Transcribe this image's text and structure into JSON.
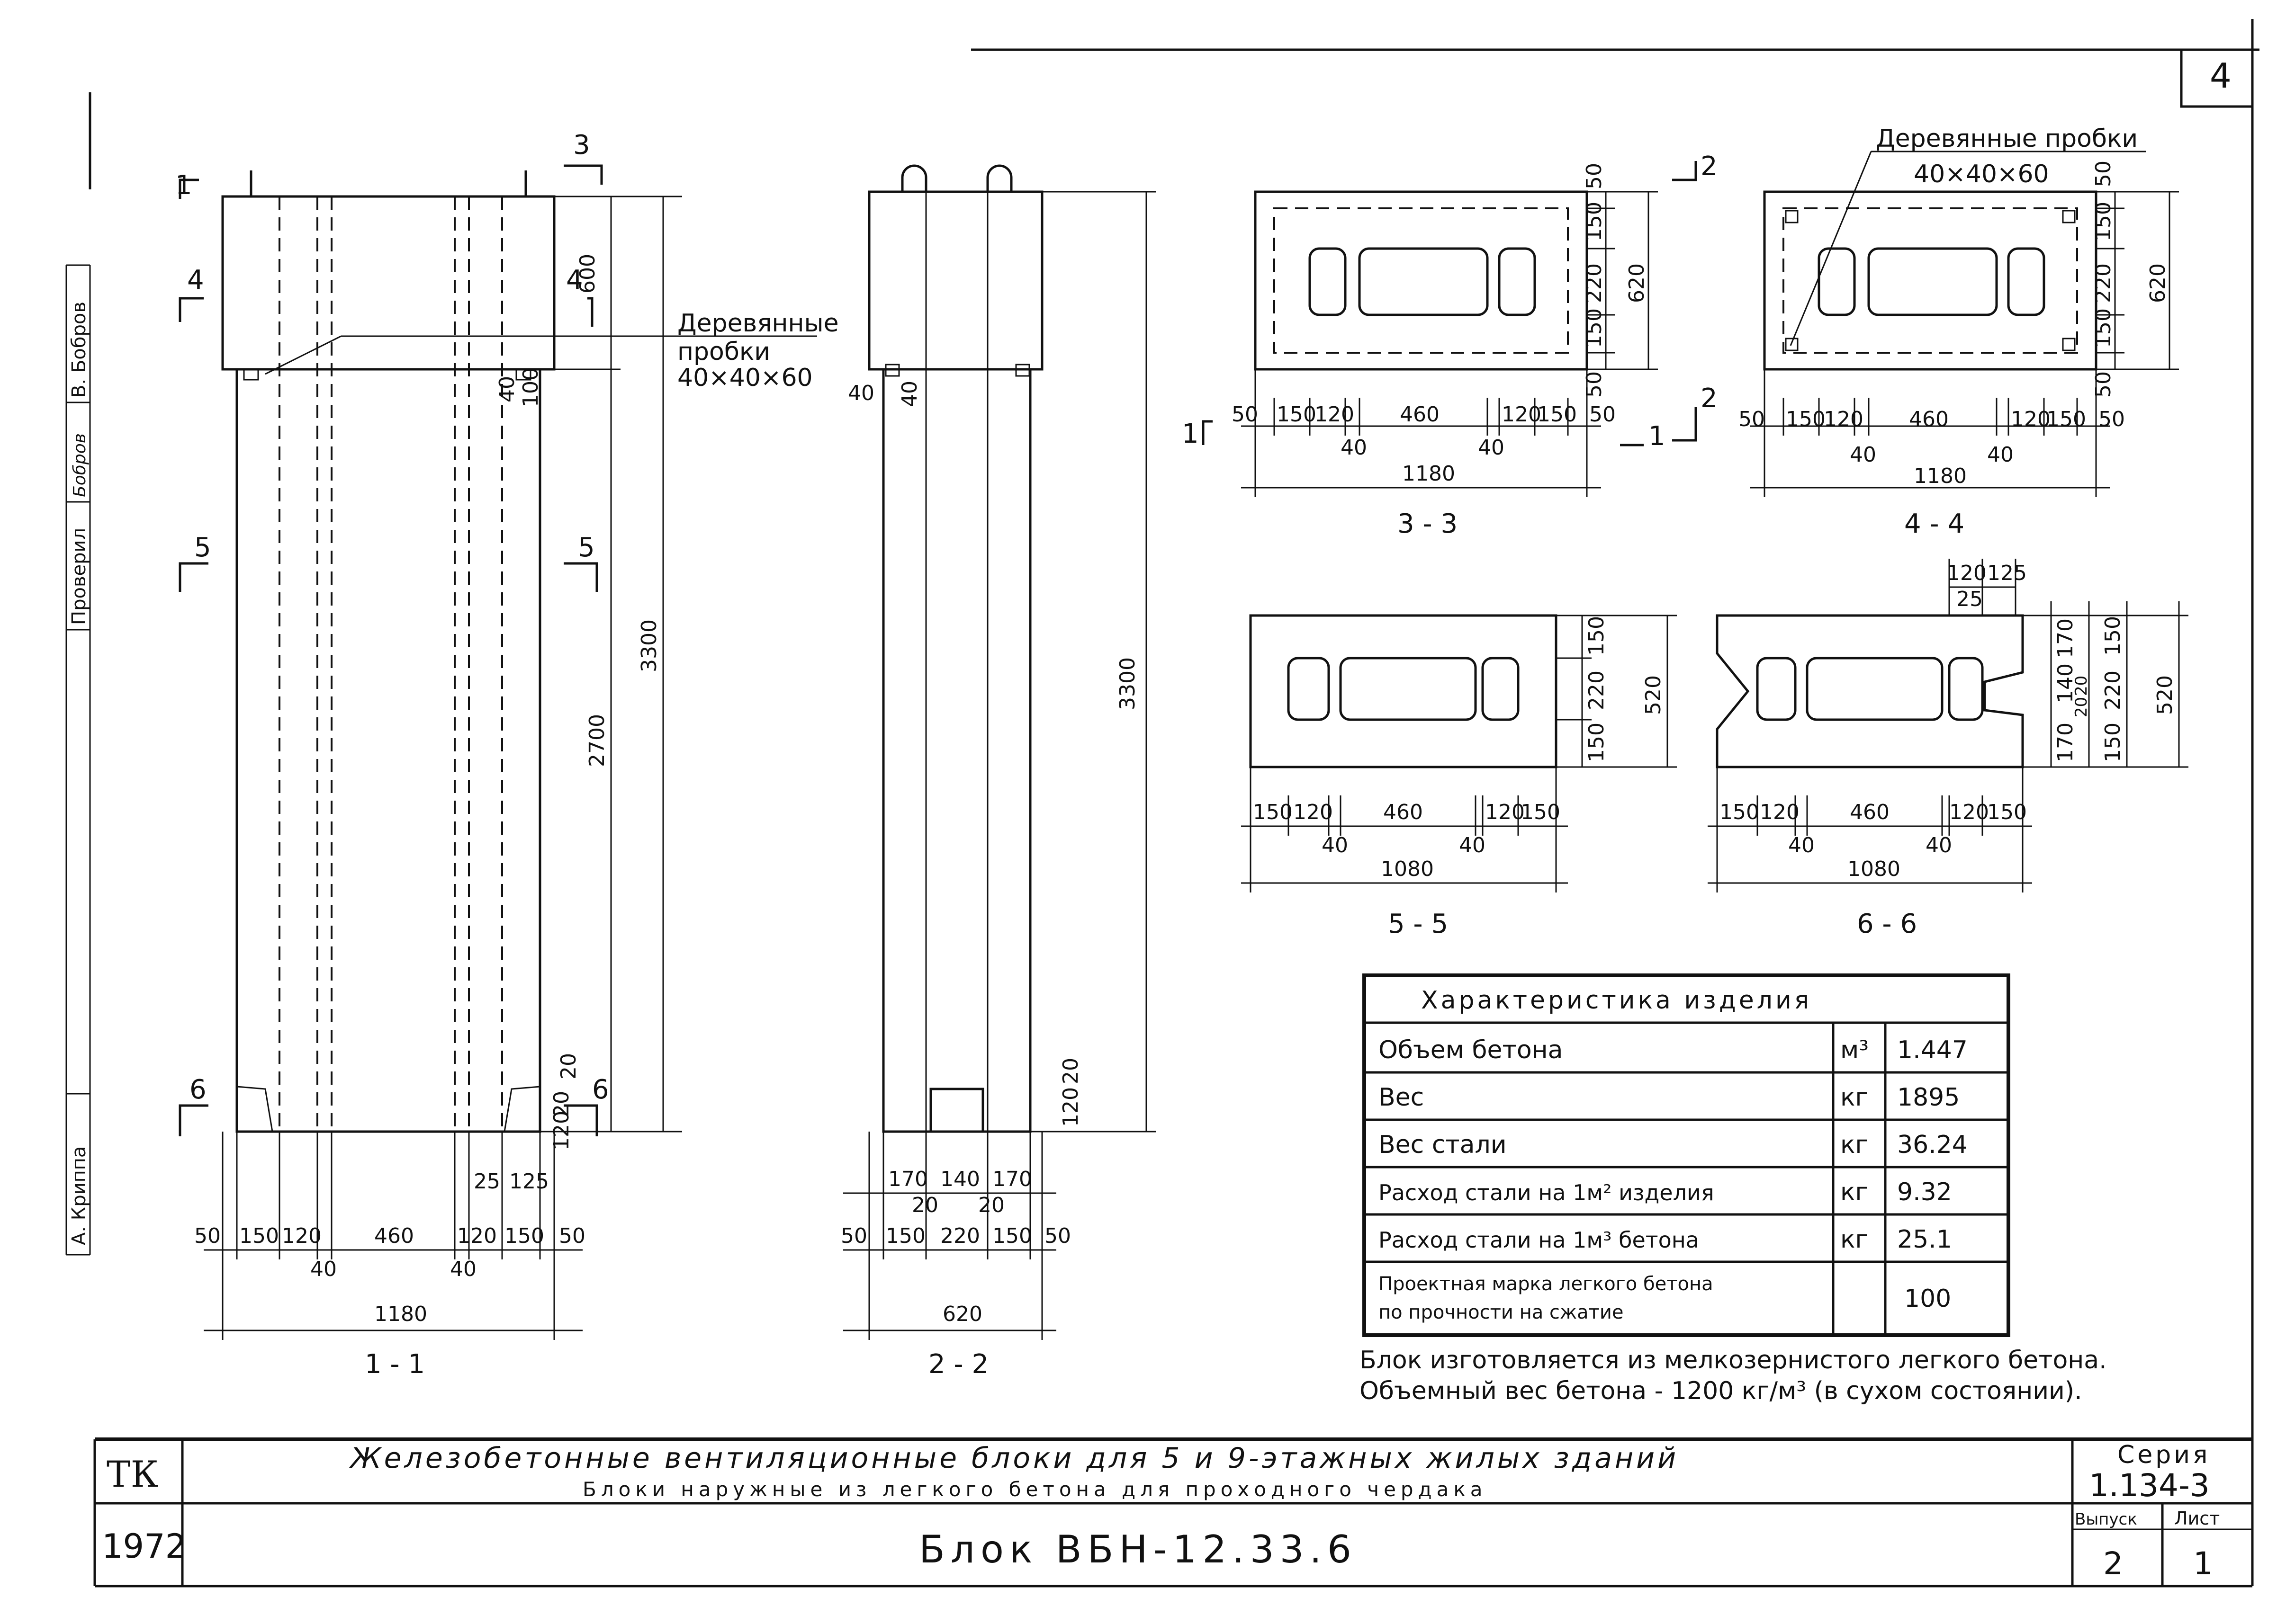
{
  "sheet_number": "4",
  "side_stamp": {
    "checked_label": "Проверил",
    "checked_signature": "Бобров",
    "checked_name": "В. Бобров",
    "author_name": "А. Криппа"
  },
  "views": {
    "section_1_1": {
      "label": "1 - 1",
      "dims_horizontal": [
        "50",
        "150",
        "120",
        "460",
        "120",
        "150",
        "50"
      ],
      "dims_sub": [
        "40",
        "40"
      ],
      "dims_top_extra": [
        "25",
        "125"
      ],
      "total_width": "1180",
      "heights": [
        "600",
        "2700",
        "3300"
      ],
      "small_dims": [
        "40",
        "100",
        "20",
        "20",
        "120"
      ],
      "cut_marks": [
        "3",
        "4",
        "4",
        "5",
        "5",
        "6",
        "6",
        "1"
      ],
      "note_wood_plugs": "Деревянные",
      "note_wood_plugs_2": "пробки",
      "note_wood_plugs_size": "40×40×60"
    },
    "section_2_2": {
      "label": "2 - 2",
      "dims_horizontal": [
        "50",
        "150",
        "220",
        "150",
        "50"
      ],
      "dims_top": [
        "170",
        "140",
        "170"
      ],
      "dims_sub": [
        "20",
        "20"
      ],
      "total_width": "620",
      "height": "3300",
      "small_dims": [
        "40",
        "40",
        "20",
        "120"
      ]
    },
    "section_3_3": {
      "label": "3 - 3",
      "dims_horizontal": [
        "50",
        "150",
        "120",
        "460",
        "120",
        "150",
        "50"
      ],
      "dims_sub": [
        "40",
        "40"
      ],
      "total_width": "1180",
      "dims_vertical": [
        "50",
        "150",
        "220",
        "150",
        "50"
      ],
      "total_height": "620",
      "cut_marks": [
        "1",
        "1",
        "2",
        "2"
      ]
    },
    "section_4_4": {
      "label": "4 - 4",
      "dims_horizontal": [
        "50",
        "150",
        "120",
        "460",
        "120",
        "150",
        "50"
      ],
      "dims_sub": [
        "40",
        "40"
      ],
      "total_width": "1180",
      "dims_vertical": [
        "50",
        "150",
        "220",
        "150",
        "50"
      ],
      "total_height": "620",
      "note_wood_plugs": "Деревянные пробки",
      "note_wood_plugs_size": "40×40×60"
    },
    "section_5_5": {
      "label": "5 - 5",
      "dims_horizontal": [
        "150",
        "120",
        "460",
        "120",
        "150"
      ],
      "dims_sub": [
        "40",
        "40"
      ],
      "total_width": "1080",
      "dims_vertical": [
        "150",
        "220",
        "150"
      ],
      "total_height": "520"
    },
    "section_6_6": {
      "label": "6 - 6",
      "dims_horizontal": [
        "150",
        "120",
        "460",
        "120",
        "150"
      ],
      "dims_sub": [
        "40",
        "40"
      ],
      "dims_top": [
        "120",
        "125",
        "25"
      ],
      "total_width": "1080",
      "dims_vertical": [
        "150",
        "220",
        "150"
      ],
      "dims_vertical_inner": [
        "170",
        "140",
        "20",
        "20",
        "170"
      ],
      "total_height": "520"
    }
  },
  "characteristics": {
    "title": "Характеристика изделия",
    "rows": [
      {
        "name": "Объем бетона",
        "unit": "м³",
        "value": "1.447"
      },
      {
        "name": "Вес",
        "unit": "кг",
        "value": "1895"
      },
      {
        "name": "Вес стали",
        "unit": "кг",
        "value": "36.24"
      },
      {
        "name": "Расход стали на 1м² изделия",
        "unit": "кг",
        "value": "9.32"
      },
      {
        "name": "Расход стали на 1м³ бетона",
        "unit": "кг",
        "value": "25.1"
      },
      {
        "name": "Проектная марка легкого бетона",
        "name2": "по прочности на сжатие",
        "unit": "",
        "value": "100"
      }
    ]
  },
  "notes": {
    "line1": "Блок изготовляется из мелкозернистого легкого бетона.",
    "line2": "Объемный вес бетона - 1200 кг/м³ (в сухом состоянии)."
  },
  "title_block": {
    "org": "ТК",
    "year": "1972",
    "title_main": "Железобетонные вентиляционные блоки для 5 и 9-этажных жилых зданий",
    "title_sub": "Блоки наружные из легкого бетона для проходного чердака",
    "block_name": "Блок ВБН-12.33.6",
    "series_label": "Серия",
    "series_value": "1.134-3",
    "issue_label": "Выпуск",
    "issue_value": "2",
    "sheet_label": "Лист",
    "sheet_value": "1"
  }
}
